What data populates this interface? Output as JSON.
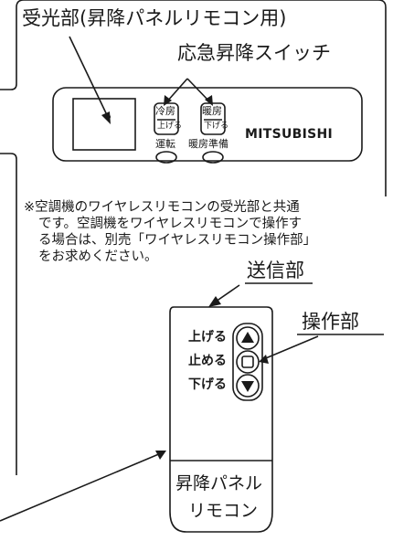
{
  "labels": {
    "receiver": "受光部(昇降パネルリモコン用)",
    "emergency_switch": "応急昇降スイッチ",
    "transmitter": "送信部",
    "operation": "操作部"
  },
  "receiver_panel": {
    "cool_button": [
      "冷房",
      "上げる"
    ],
    "heat_button": [
      "暖房",
      "下げる"
    ],
    "run_indicator": "運転",
    "heat_prep_indicator": "暖房準備",
    "brand": "MITSUBISHI"
  },
  "note": {
    "lines": [
      "※空調機のワイヤレスリモコンの受光部と共通",
      "です。空調機をワイヤレスリモコンで操作す",
      "る場合は、別売「ワイヤレスリモコン操作部」",
      "をお求めください。"
    ]
  },
  "remote": {
    "buttons": [
      {
        "label": "上げる",
        "icon": "up-triangle-icon"
      },
      {
        "label": "止める",
        "icon": "stop-square-icon"
      },
      {
        "label": "下げる",
        "icon": "down-triangle-icon"
      }
    ],
    "name_lines": [
      "昇降パネル",
      "リモコン"
    ]
  }
}
